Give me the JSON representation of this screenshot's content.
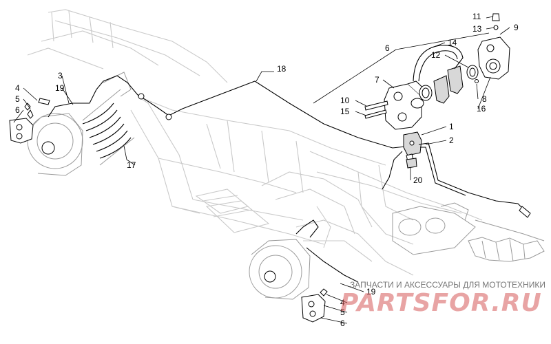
{
  "callouts": [
    {
      "id": "c18",
      "label": "18"
    },
    {
      "id": "c6top",
      "label": "6"
    },
    {
      "id": "c11",
      "label": "11"
    },
    {
      "id": "c13",
      "label": "13"
    },
    {
      "id": "c9",
      "label": "9"
    },
    {
      "id": "c14",
      "label": "14"
    },
    {
      "id": "c12",
      "label": "12"
    },
    {
      "id": "c7",
      "label": "7"
    },
    {
      "id": "c10",
      "label": "10"
    },
    {
      "id": "c15",
      "label": "15"
    },
    {
      "id": "c8",
      "label": "8"
    },
    {
      "id": "c16",
      "label": "16"
    },
    {
      "id": "c1",
      "label": "1"
    },
    {
      "id": "c2",
      "label": "2"
    },
    {
      "id": "c20",
      "label": "20"
    },
    {
      "id": "c3",
      "label": "3"
    },
    {
      "id": "c4left",
      "label": "4"
    },
    {
      "id": "c19left",
      "label": "19"
    },
    {
      "id": "c5left",
      "label": "5"
    },
    {
      "id": "c6left",
      "label": "6"
    },
    {
      "id": "c17",
      "label": "17"
    },
    {
      "id": "c19right",
      "label": "19"
    },
    {
      "id": "c4right",
      "label": "4"
    },
    {
      "id": "c5right",
      "label": "5"
    },
    {
      "id": "c6right",
      "label": "6"
    }
  ],
  "watermark": {
    "caption": "ЗАПЧАСТИ И АКСЕССУАРЫ ДЛЯ МОТОТЕХНИКИ",
    "logo": "PARTSFOR.RU"
  }
}
